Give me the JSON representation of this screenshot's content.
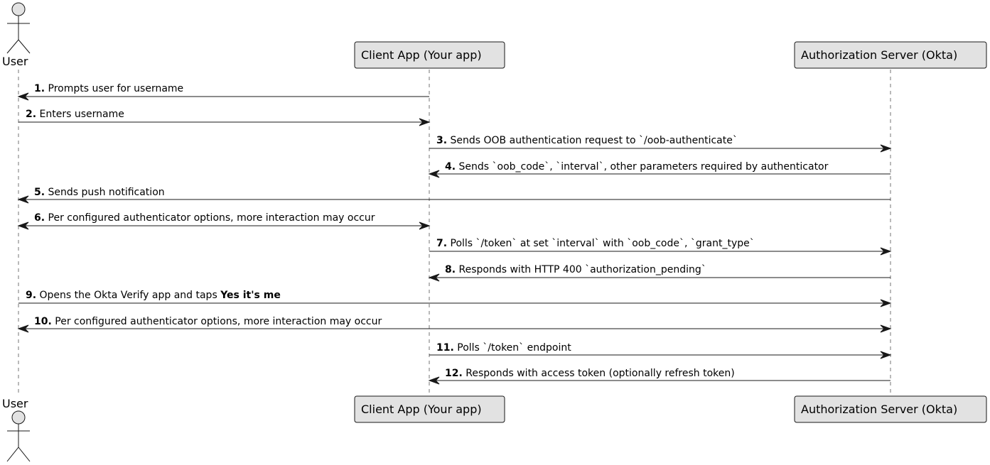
{
  "participants": {
    "user": {
      "label": "User"
    },
    "client": {
      "label": "Client App (Your app)"
    },
    "auth": {
      "label": "Authorization Server (Okta)"
    }
  },
  "messages": [
    {
      "num": "1.",
      "text": "Prompts user for username",
      "bold": "",
      "from": "client",
      "to": "user"
    },
    {
      "num": "2.",
      "text": "Enters username",
      "bold": "",
      "from": "user",
      "to": "client"
    },
    {
      "num": "3.",
      "text": "Sends OOB authentication request to `/oob-authenticate`",
      "bold": "",
      "from": "client",
      "to": "auth"
    },
    {
      "num": "4.",
      "text": "Sends `oob_code`, `interval`, other parameters required by authenticator",
      "bold": "",
      "from": "auth",
      "to": "client"
    },
    {
      "num": "5.",
      "text": "Sends push notification",
      "bold": "",
      "from": "auth",
      "to": "user"
    },
    {
      "num": "6.",
      "text": "Per configured authenticator options, more interaction may occur",
      "bold": "",
      "from": "user",
      "to": "client",
      "both": true
    },
    {
      "num": "7.",
      "text": "Polls `/token` at set `interval` with `oob_code`, `grant_type`",
      "bold": "",
      "from": "client",
      "to": "auth"
    },
    {
      "num": "8.",
      "text": "Responds with HTTP 400 `authorization_pending`",
      "bold": "",
      "from": "auth",
      "to": "client"
    },
    {
      "num": "9.",
      "text": "Opens the Okta Verify app and taps ",
      "bold": "Yes it's me",
      "from": "user",
      "to": "auth"
    },
    {
      "num": "10.",
      "text": "Per configured authenticator options, more interaction may occur",
      "bold": "",
      "from": "user",
      "to": "auth",
      "both": true
    },
    {
      "num": "11.",
      "text": "Polls `/token` endpoint",
      "bold": "",
      "from": "client",
      "to": "auth"
    },
    {
      "num": "12.",
      "text": "Responds with access token (optionally refresh token)",
      "bold": "",
      "from": "auth",
      "to": "client"
    }
  ]
}
